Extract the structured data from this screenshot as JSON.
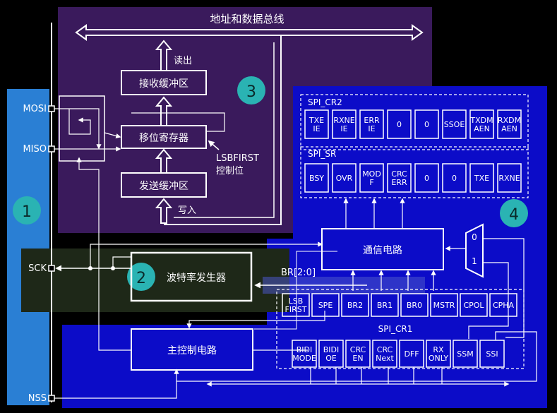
{
  "pins": {
    "mosi": "MOSI",
    "miso": "MISO",
    "sck": "SCK",
    "nss": "NSS"
  },
  "bus": {
    "label": "地址和数据总线"
  },
  "blocks": {
    "rx_buffer": "接收缓冲区",
    "shift_register": "移位寄存器",
    "tx_buffer": "发送缓冲区",
    "comm_circuit": "通信电路",
    "baud_gen": "波特率发生器",
    "master_ctrl": "主控制电路"
  },
  "labels": {
    "read_out": "读出",
    "write_in": "写入",
    "lsbfirst_1": "LSBFIRST",
    "lsbfirst_2": "控制位",
    "br": "BR[2:0]",
    "mux0": "0",
    "mux1": "1"
  },
  "badges": [
    "1",
    "2",
    "3",
    "4"
  ],
  "registers": {
    "cr2": {
      "name": "SPI_CR2",
      "bits": [
        [
          "TXE",
          "IE"
        ],
        [
          "RXNE",
          "IE"
        ],
        [
          "ERR",
          "IE"
        ],
        [
          "0"
        ],
        [
          "0"
        ],
        [
          "SSOE"
        ],
        [
          "TXDM",
          "AEN"
        ],
        [
          "RXDM",
          "AEN"
        ]
      ]
    },
    "sr": {
      "name": "SPI_SR",
      "bits": [
        [
          "BSY"
        ],
        [
          "OVR"
        ],
        [
          "MOD",
          "F"
        ],
        [
          "CRC",
          "ERR"
        ],
        [
          "0"
        ],
        [
          "0"
        ],
        [
          "TXE"
        ],
        [
          "RXNE"
        ]
      ]
    },
    "cr1": {
      "name": "SPI_CR1",
      "row1": [
        [
          "LSB",
          "FIRST"
        ],
        [
          "SPE"
        ],
        [
          "BR2"
        ],
        [
          "BR1"
        ],
        [
          "BR0"
        ],
        [
          "MSTR"
        ],
        [
          "CPOL"
        ],
        [
          "CPHA"
        ]
      ],
      "row2": [
        [
          "BIDI",
          "MODE"
        ],
        [
          "BIDI",
          "OE"
        ],
        [
          "CRC",
          "EN"
        ],
        [
          "CRC",
          "Next"
        ],
        [
          "DFF"
        ],
        [
          "RX",
          "ONLY"
        ],
        [
          "SSM"
        ],
        [
          "SSI"
        ]
      ]
    }
  },
  "colors": {
    "purple": "#3a1a5c",
    "blue": "#0c0cc8",
    "pin_blue": "#2a7fd4",
    "teal": "#2ab3b3",
    "baud": "#1e2818"
  }
}
